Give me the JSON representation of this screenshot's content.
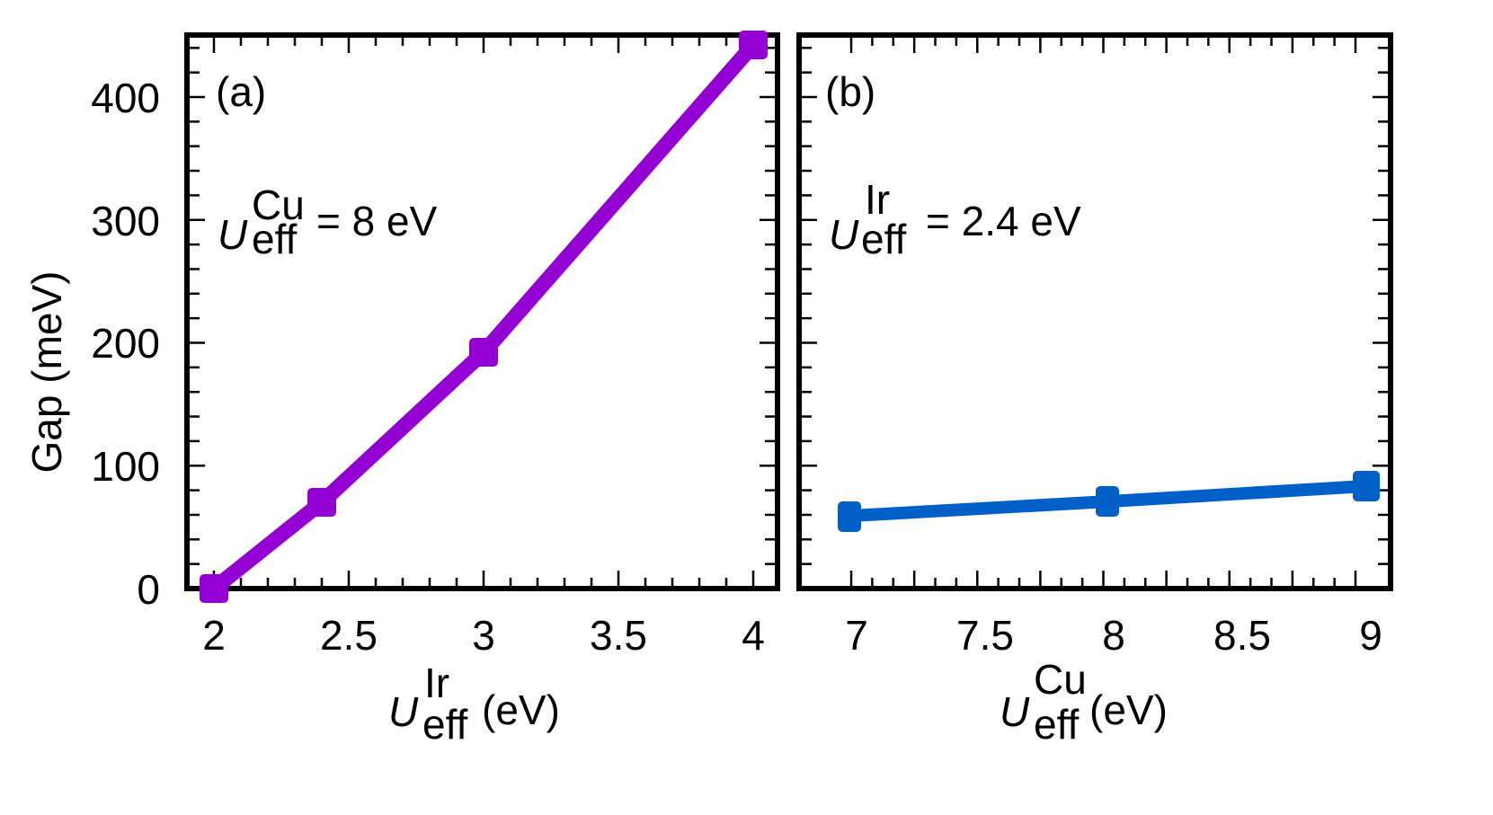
{
  "figure": {
    "ylabel": "Gap (meV)",
    "panel_a": {
      "label": "(a)",
      "annotation_symbol": "U",
      "annotation_sub": "eff",
      "annotation_sup": "Cu",
      "annotation_value": "= 8 eV",
      "xlabel_symbol": "U",
      "xlabel_sub": "eff",
      "xlabel_sup": "Ir",
      "xlabel_unit": "(eV)"
    },
    "panel_b": {
      "label": "(b)",
      "annotation_symbol": "U",
      "annotation_sub": "eff",
      "annotation_sup": "Ir",
      "annotation_value": "= 2.4 eV",
      "xlabel_symbol": "U",
      "xlabel_sub": "eff",
      "xlabel_sup": "Cu",
      "xlabel_unit": "(eV)"
    },
    "yticks": [
      "0",
      "100",
      "200",
      "300",
      "400"
    ],
    "xticks_a": [
      "2",
      "2.5",
      "3",
      "3.5",
      "4"
    ],
    "xticks_b": [
      "7",
      "7.5",
      "8",
      "8.5",
      "9"
    ]
  },
  "chart_data": [
    {
      "type": "line",
      "panel": "(a)",
      "title": "",
      "annotation": "U_eff^Cu = 8 eV",
      "xlabel": "U_eff^Ir (eV)",
      "ylabel": "Gap (meV)",
      "x": [
        2,
        2.4,
        3,
        4
      ],
      "series": [
        {
          "name": "Gap",
          "color": "#9400d3",
          "marker": "square",
          "values": [
            0,
            70,
            192,
            442
          ]
        }
      ],
      "xlim": [
        1.9,
        4.05
      ],
      "ylim": [
        0,
        450
      ],
      "xticks": [
        2,
        2.5,
        3,
        3.5,
        4
      ],
      "yticks": [
        0,
        100,
        200,
        300,
        400
      ],
      "grid": false,
      "legend": null
    },
    {
      "type": "line",
      "panel": "(b)",
      "title": "",
      "annotation": "U_eff^Ir = 2.4 eV",
      "xlabel": "U_eff^Cu (eV)",
      "ylabel": "Gap (meV)",
      "x": [
        7,
        8,
        9
      ],
      "series": [
        {
          "name": "Gap",
          "color": "#0060c8",
          "marker": "square",
          "values": [
            59,
            71,
            83
          ]
        }
      ],
      "xlim": [
        6.8,
        9.1
      ],
      "ylim": [
        0,
        450
      ],
      "xticks": [
        7,
        7.5,
        8,
        8.5,
        9
      ],
      "yticks": [
        0,
        100,
        200,
        300,
        400
      ],
      "grid": false,
      "legend": null
    }
  ]
}
